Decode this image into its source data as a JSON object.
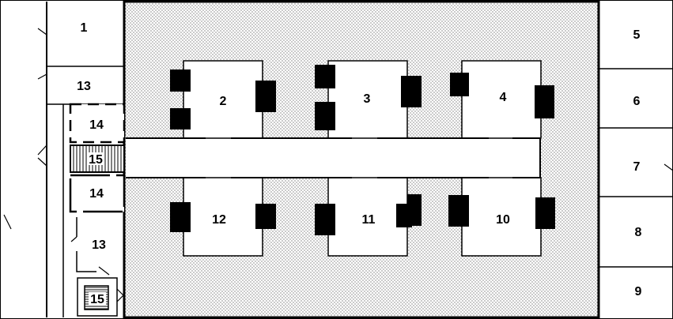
{
  "rooms": {
    "r1": "1",
    "r2": "2",
    "r3": "3",
    "r4": "4",
    "r5": "5",
    "r6": "6",
    "r7": "7",
    "r8": "8",
    "r9": "9",
    "r10": "10",
    "r11": "11",
    "r12": "12",
    "r13a": "13",
    "r13b": "13",
    "r14a": "14",
    "r14b": "14",
    "r15a": "15",
    "r15b": "15"
  },
  "colors": {
    "stroke": "#000000",
    "background": "#ffffff",
    "hall_dots": "#000000"
  }
}
